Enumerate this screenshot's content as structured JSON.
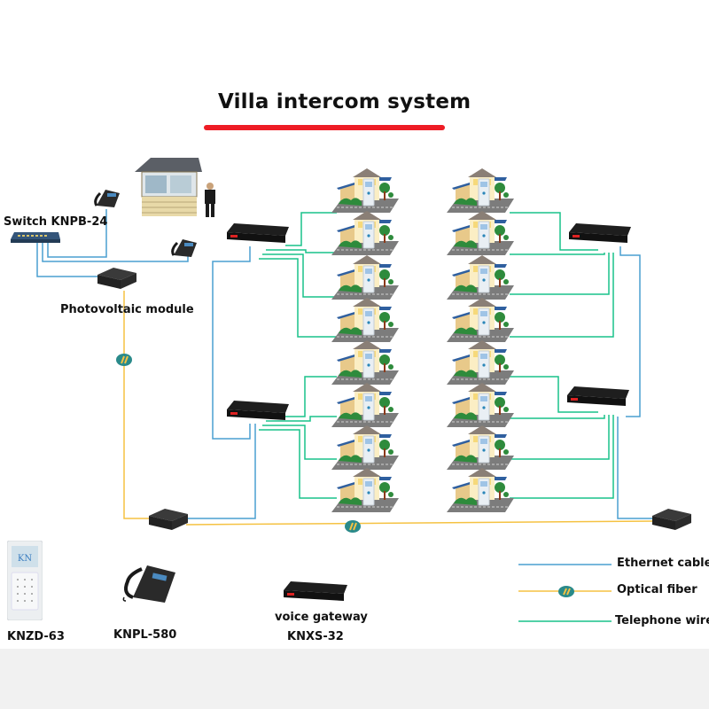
{
  "title": "Villa intercom system",
  "colors": {
    "ethernet": "#4a9fd0",
    "optical": "#f5c242",
    "telephone": "#19c28a",
    "title_underline": "#ee1c25"
  },
  "labels": {
    "switch": "Switch KNPB-24",
    "photovoltaic": "Photovoltaic module"
  },
  "legend": [
    {
      "label": "Ethernet cable",
      "type": "ethernet"
    },
    {
      "label": "Optical fiber",
      "type": "optical"
    },
    {
      "label": "Telephone wire",
      "type": "telephone"
    }
  ],
  "products": [
    {
      "name": "KNZD-63",
      "icon": "door-intercom-panel"
    },
    {
      "name": "KNPL-580",
      "icon": "ip-phone"
    },
    {
      "name": "KNXS-32",
      "caption": "voice gateway",
      "icon": "voice-gateway"
    }
  ],
  "villas": {
    "left_column_count": 8,
    "right_column_count": 8
  }
}
